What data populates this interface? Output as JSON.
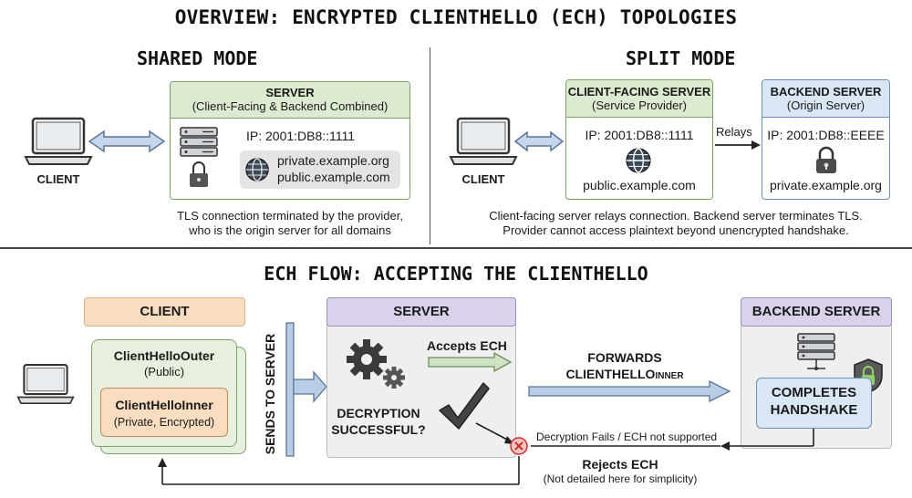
{
  "main_title": "OVERVIEW: ENCRYPTED CLIENTHELLO (ECH) TOPOLOGIES",
  "shared": {
    "title": "SHARED MODE",
    "client_label": "CLIENT",
    "server_title": "SERVER",
    "server_subtitle": "(Client-Facing & Backend Combined)",
    "ip": "IP: 2001:DB8::1111",
    "domain1": "private.example.org",
    "domain2": "public.example.com",
    "caption1": "TLS connection terminated by the provider,",
    "caption2": "who is the origin server for all domains"
  },
  "split": {
    "title": "SPLIT MODE",
    "client_label": "CLIENT",
    "cf_title": "CLIENT-FACING SERVER",
    "cf_subtitle": "(Service Provider)",
    "cf_ip": "IP: 2001:DB8::1111",
    "cf_domain": "public.example.com",
    "relays": "Relays",
    "be_title": "BACKEND SERVER",
    "be_subtitle": "(Origin Server)",
    "be_ip": "IP: 2001:DB8::EEEE",
    "be_domain": "private.example.org",
    "caption1": "Client-facing server relays connection. Backend server terminates TLS.",
    "caption2": "Provider cannot access plaintext beyond unencrypted handshake."
  },
  "flow": {
    "title": "ECH FLOW: ACCEPTING THE CLIENTHELLO",
    "client_header": "CLIENT",
    "outer_title": "ClientHelloOuter",
    "outer_sub": "(Public)",
    "inner_title": "ClientHelloInner",
    "inner_sub": "(Private, Encrypted)",
    "sends": "SENDS TO SERVER",
    "server_header": "SERVER",
    "accepts": "Accepts ECH",
    "decrypt1": "DECRYPTION",
    "decrypt2": "SUCCESSFUL?",
    "forwards1": "FORWARDS",
    "forwards2": "CLIENTHELLO",
    "forwards2_small": "INNER",
    "backend_header": "BACKEND SERVER",
    "completes1": "COMPLETES",
    "completes2": "HANDSHAKE",
    "fails": "Decryption Fails / ECH not supported",
    "rejects": "Rejects ECH",
    "rejects_note": "(Not detailed here for simplicity)"
  },
  "colors": {
    "green_header": "#dcebd0",
    "green_border": "#7aa36a",
    "blue_header": "#d9e6f4",
    "blue_border": "#6e8fb5",
    "orange": "#f8ddc0",
    "purple": "#d9d2ea",
    "gray_panel": "#efefef",
    "arrow_blue": "#b8cde4",
    "reject_red": "#d9534f"
  }
}
